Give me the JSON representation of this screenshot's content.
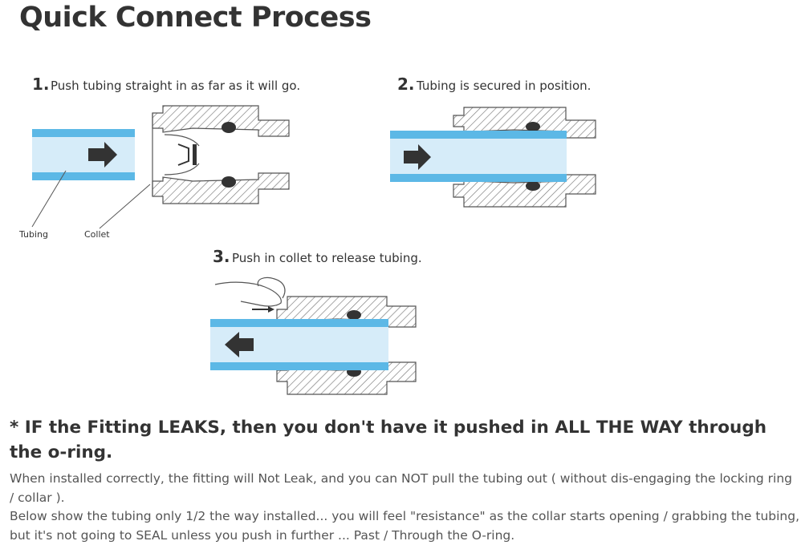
{
  "title": "Quick Connect Process",
  "steps": [
    {
      "num": "1.",
      "text": "Push tubing straight in as far as it will go."
    },
    {
      "num": "2.",
      "text": "Tubing is secured in position."
    },
    {
      "num": "3.",
      "text": "Push in collet to release tubing."
    }
  ],
  "labels": {
    "tubing": "Tubing",
    "collet": "Collet"
  },
  "colors": {
    "tube_edge": "#5cb8e6",
    "tube_fill": "#d6ecf9",
    "hatch": "#777777",
    "text": "#333333"
  },
  "warning": "* IF the Fitting LEAKS, then you don't have it pushed in ALL THE WAY through the o-ring.",
  "paragraphs": [
    "When installed correctly, the fitting will Not Leak, and you can NOT pull the tubing out ( without dis-engaging the locking ring / collar ).",
    "Below show the tubing only 1/2 the way installed... you will feel \"resistance\" as the collar starts opening / grabbing the tubing, but it's not going to SEAL unless you push in further ... Past / Through the O-ring."
  ]
}
